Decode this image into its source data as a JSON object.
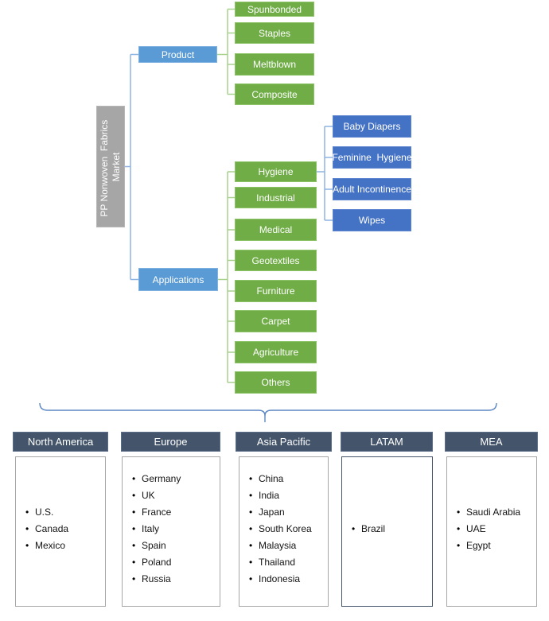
{
  "tree": {
    "root_label": "PP Nonwoven  Fabrics Market",
    "product": {
      "label": "Product",
      "children": [
        "Spunbonded",
        "Staples",
        "Meltblown",
        "Composite"
      ]
    },
    "applications": {
      "label": "Applications",
      "children": [
        "Hygiene",
        "Industrial",
        "Medical",
        "Geotextiles",
        "Furniture",
        "Carpet",
        "Agriculture",
        "Others"
      ]
    },
    "hygiene_children": [
      "Baby Diapers",
      "Feminine  Hygiene",
      "Adult Incontinence",
      "Wipes"
    ]
  },
  "regions": [
    {
      "name": "North America",
      "countries": [
        "U.S.",
        "Canada",
        "Mexico"
      ]
    },
    {
      "name": "Europe",
      "countries": [
        "Germany",
        "UK",
        "France",
        "Italy",
        "Spain",
        "Poland",
        "Russia"
      ]
    },
    {
      "name": "Asia Pacific",
      "countries": [
        "China",
        "India",
        "Japan",
        "South Korea",
        "Malaysia",
        "Thailand",
        "Indonesia"
      ]
    },
    {
      "name": "LATAM",
      "countries": [
        "Brazil"
      ]
    },
    {
      "name": "MEA",
      "countries": [
        "Saudi Arabia",
        "UAE",
        "Egypt"
      ]
    }
  ],
  "colors": {
    "segment_green": "#70AD47",
    "branch_blue": "#5B9BD5",
    "sub_segment_blue": "#4472C4",
    "root_gray": "#A6A6A6",
    "region_header_slate": "#44546A",
    "connector_blue": "#8DB4E2",
    "connector_green": "#A9D18E",
    "brace_blue": "#5B87C5"
  }
}
